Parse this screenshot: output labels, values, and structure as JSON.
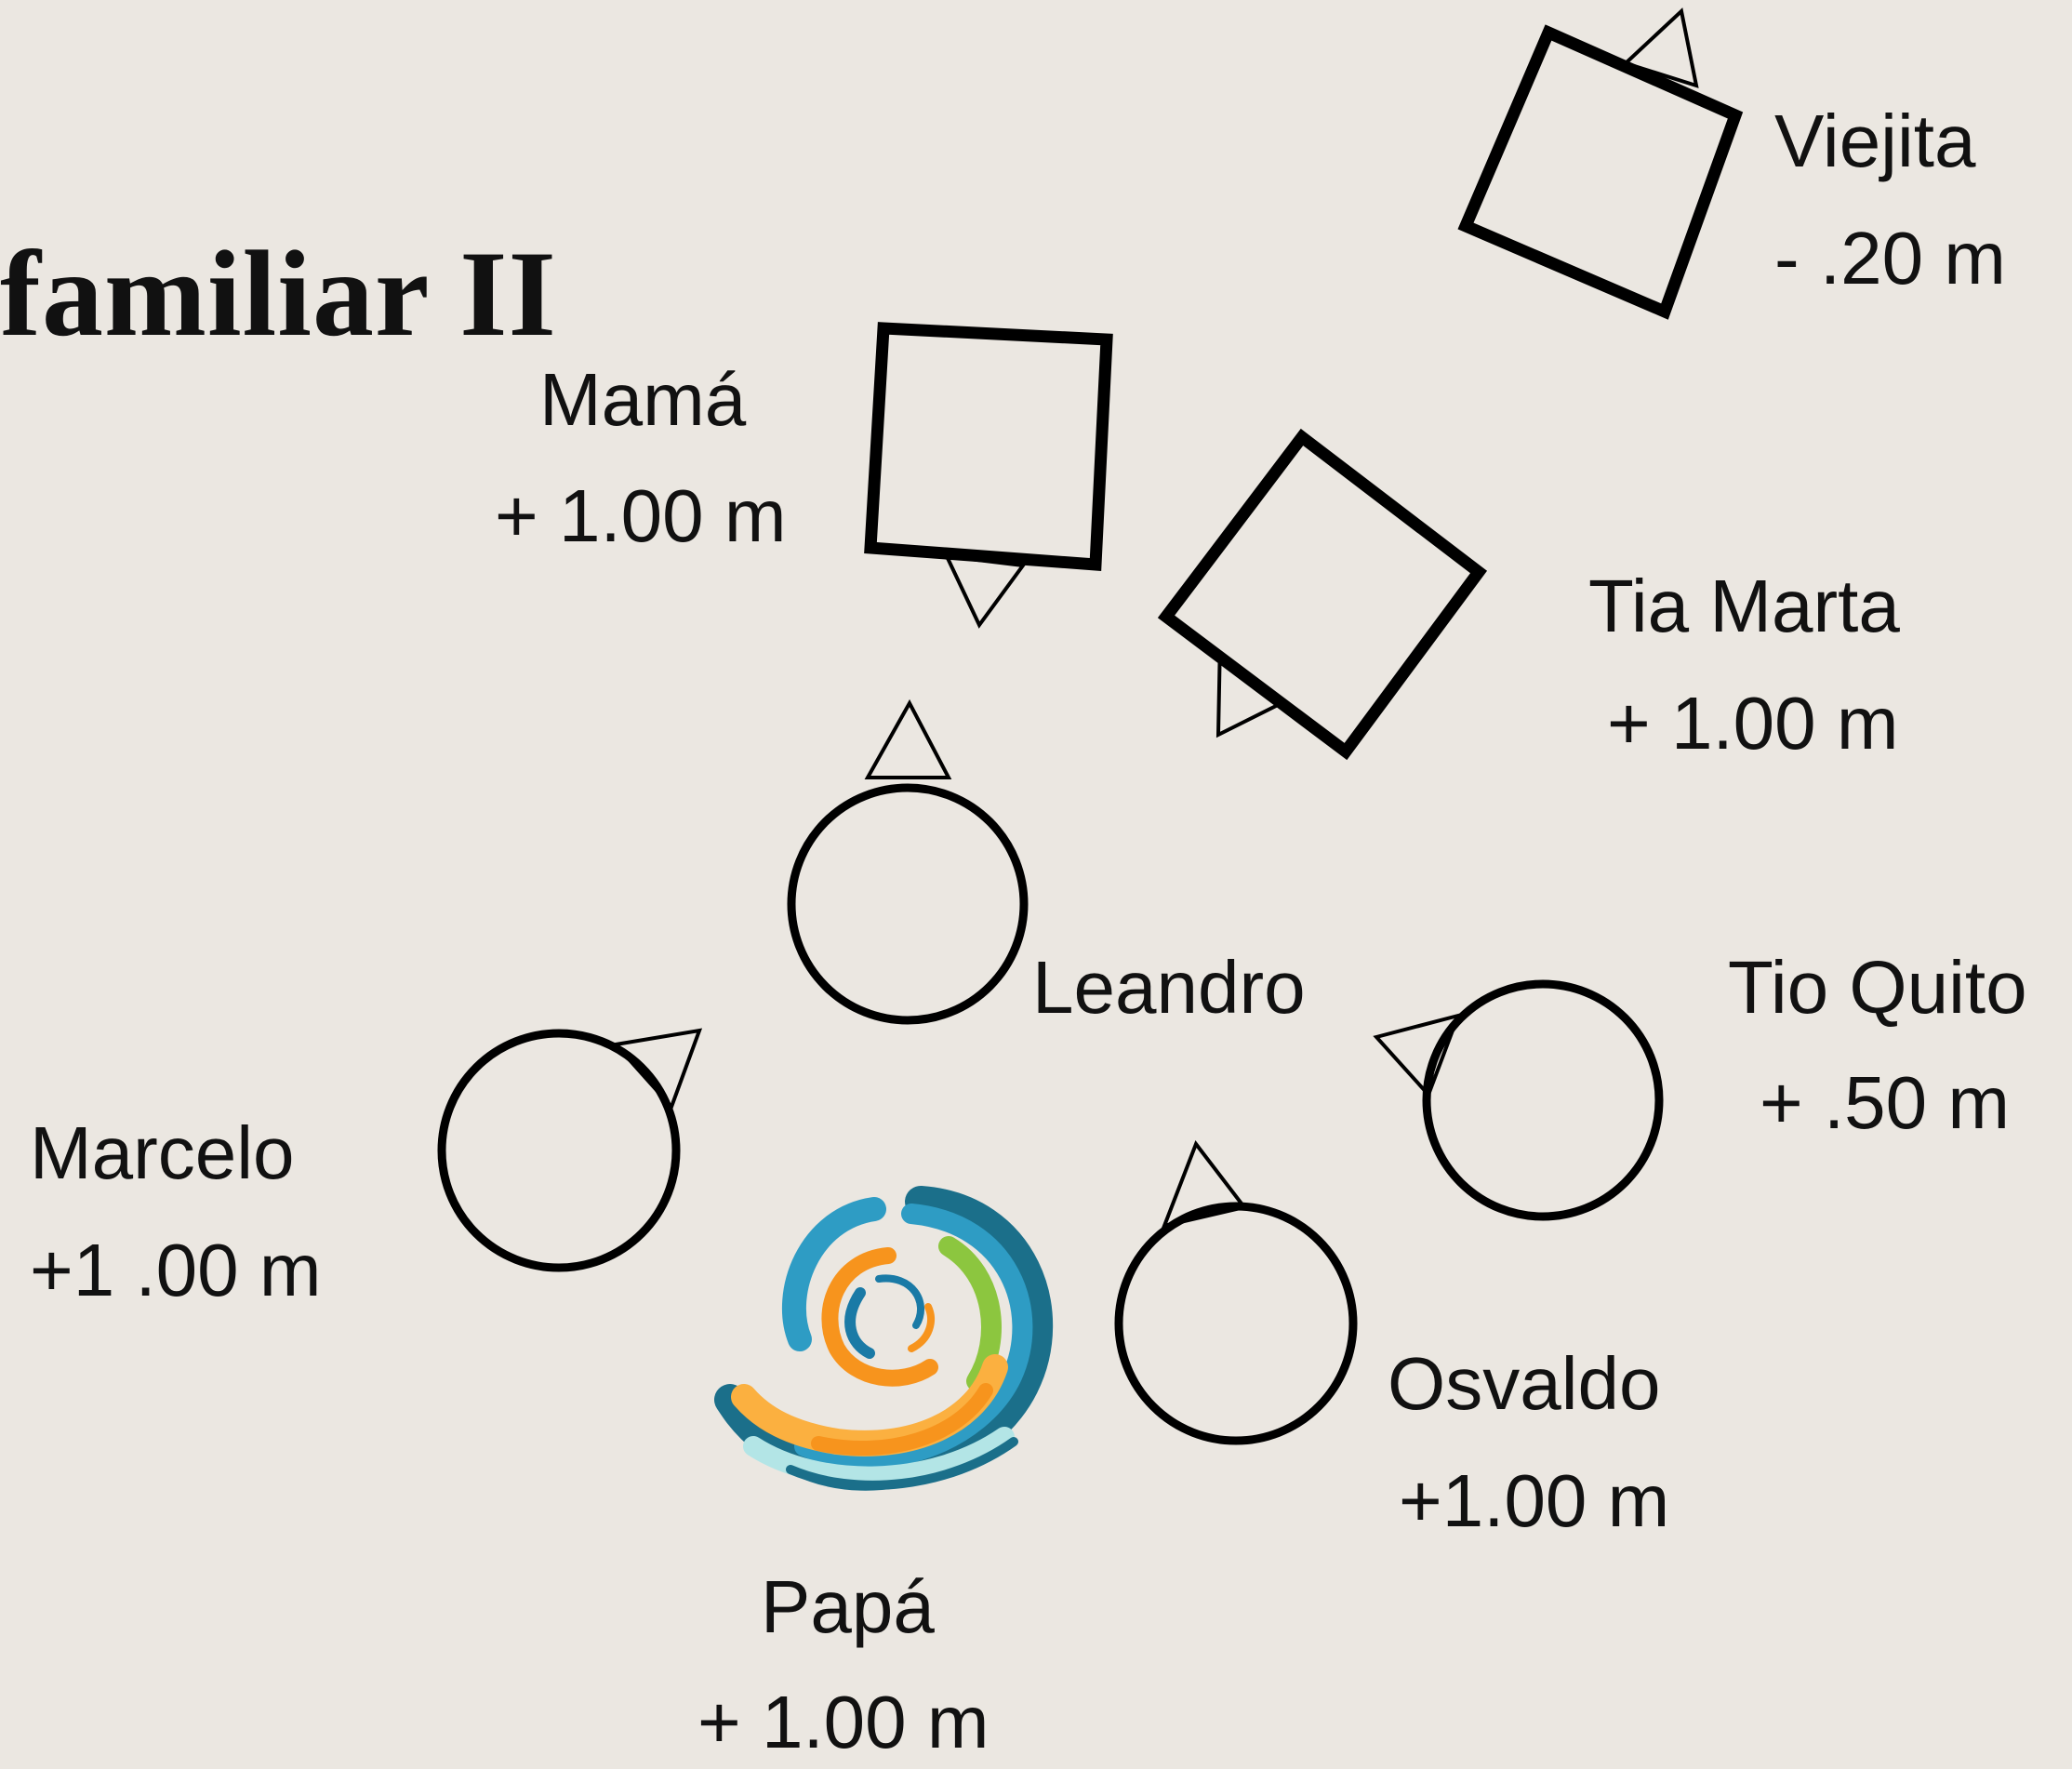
{
  "title": "familiar II",
  "members": [
    {
      "name": "Viejita",
      "height": "- .20 m",
      "shape": "square"
    },
    {
      "name": "Mamá",
      "height": "+ 1.00 m",
      "shape": "square"
    },
    {
      "name": "Tia Marta",
      "height": "+ 1.00 m",
      "shape": "square"
    },
    {
      "name": "Leandro",
      "height": "",
      "shape": "circle"
    },
    {
      "name": "Tio Quito",
      "height": "+ .50 m",
      "shape": "circle"
    },
    {
      "name": "Marcelo",
      "height": "+1 .00 m",
      "shape": "circle"
    },
    {
      "name": "Osvaldo",
      "height": "+1.00 m",
      "shape": "circle"
    },
    {
      "name": "Papá",
      "height": "+ 1.00 m",
      "shape": "swirl-icon"
    }
  ],
  "colors": {
    "background": "#ebe7e1",
    "ink": "#000000",
    "swirl": [
      "#1a7aa6",
      "#2e9cc4",
      "#8cc63f",
      "#f7941d",
      "#fbb040",
      "#b3e5e6",
      "#1b6f8a"
    ]
  }
}
